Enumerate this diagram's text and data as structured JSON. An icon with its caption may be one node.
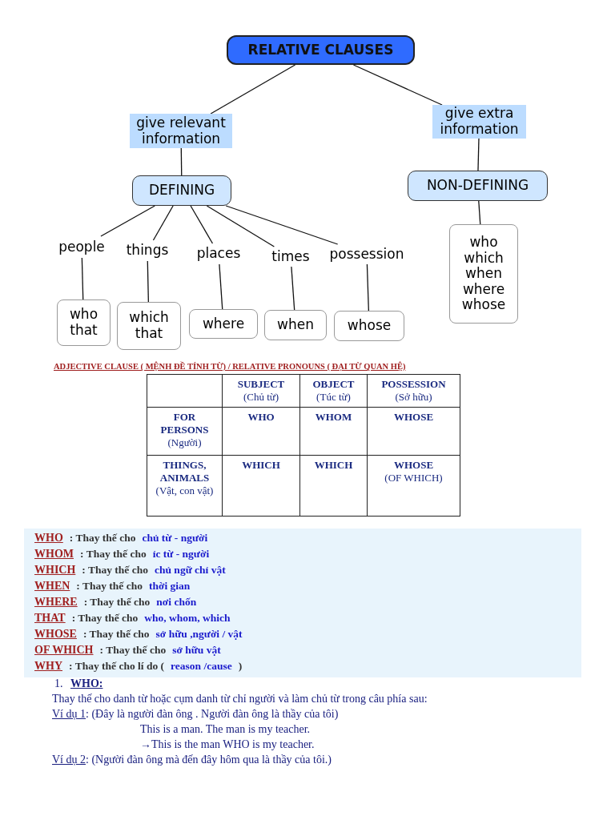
{
  "diagram": {
    "nodes": [
      {
        "text": [
          "RELATIVE CLAUSES"
        ]
      },
      {
        "text": [
          "give relevant information"
        ]
      },
      {
        "text": [
          "give extra information"
        ]
      },
      {
        "text": [
          "DEFINING"
        ]
      },
      {
        "text": [
          "NON-DEFINING"
        ]
      },
      {
        "text": [
          "people"
        ]
      },
      {
        "text": [
          "things"
        ]
      },
      {
        "text": [
          "places"
        ]
      },
      {
        "text": [
          "times"
        ]
      },
      {
        "text": [
          "possession"
        ]
      },
      {
        "text": [
          "who that"
        ]
      },
      {
        "text": [
          "which that"
        ]
      },
      {
        "text": [
          "where"
        ]
      },
      {
        "text": [
          "when"
        ]
      },
      {
        "text": [
          "whose"
        ]
      },
      {
        "text": [
          "who which when where whose"
        ]
      }
    ],
    "edges": [
      {
        "from": 0,
        "to": 1,
        "arrow": "none"
      },
      {
        "from": 0,
        "to": 2,
        "arrow": "none"
      },
      {
        "from": 1,
        "to": 3,
        "arrow": "none"
      },
      {
        "from": 2,
        "to": 4,
        "arrow": "none"
      },
      {
        "from": 3,
        "to": 5,
        "arrow": "none"
      },
      {
        "from": 3,
        "to": 6,
        "arrow": "none"
      },
      {
        "from": 3,
        "to": 7,
        "arrow": "none"
      },
      {
        "from": 3,
        "to": 8,
        "arrow": "none"
      },
      {
        "from": 3,
        "to": 9,
        "arrow": "none"
      },
      {
        "from": 5,
        "to": 10,
        "arrow": "none"
      },
      {
        "from": 6,
        "to": 11,
        "arrow": "none"
      },
      {
        "from": 7,
        "to": 12,
        "arrow": "none"
      },
      {
        "from": 8,
        "to": 13,
        "arrow": "none"
      },
      {
        "from": 9,
        "to": 14,
        "arrow": "none"
      },
      {
        "from": 4,
        "to": 15,
        "arrow": "none"
      }
    ],
    "labels": [
      "ADJECTIVE CLAUSE ( MỆNH ĐỀ TÍNH TỪ) /  RELATIVE PRONOUNS ( ĐẠI TỪ QUAN HỆ)",
      "SUBJECT",
      "(Chủ từ)",
      "OBJECT",
      "(Túc từ)",
      "POSSESSION",
      "(Sở hữu)",
      "FOR PERSONS",
      "(Người)",
      "WHO",
      "WHOM",
      "WHOSE",
      "THINGS, ANIMALS",
      "(Vật, con vật)",
      "WHICH",
      "WHICH",
      "WHOSE",
      "(OF WHICH)",
      "WHO",
      ": Thay thế cho",
      "chủ từ - người",
      "WHOM",
      ": Thay thế cho",
      "ỉc từ - người",
      "WHICH",
      ": Thay thế cho",
      "chủ ngữ chỉ vật",
      "WHEN",
      ": Thay thế cho",
      "thời gian",
      "WHERE",
      ": Thay thế cho",
      "nơi chốn",
      "THAT",
      ": Thay thế cho",
      "who, whom, which",
      "WHOSE",
      ": Thay thế cho",
      "sở hữu ,người / vật",
      "OF WHICH",
      ": Thay thế cho",
      "sở hữu vật",
      "WHY",
      ": Thay thế cho lí do (",
      "reason /cause",
      ")",
      "1.",
      "WHO:",
      "Thay thế cho danh từ hoặc cụm danh từ chỉ người và làm chủ từ trong câu phía sau:",
      "Ví dụ 1",
      ": (Đây là người đàn ông . Người đàn ông là thầy của tôi)",
      "This is a man. The man is my teacher.",
      "→This is the man WHO is my teacher.",
      "Ví dụ 2",
      ": (Người đàn ông mà đến đây hôm qua là thầy của tôi.)"
    ]
  }
}
